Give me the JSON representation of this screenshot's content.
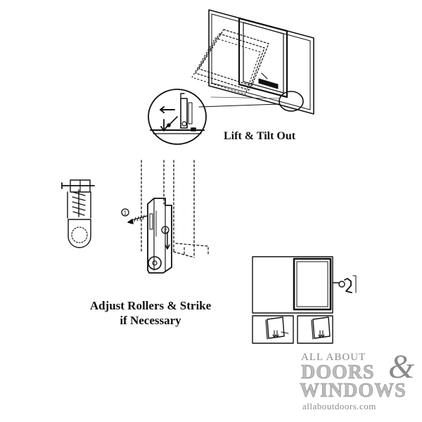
{
  "captions": {
    "lift_tilt": "Lift & Tilt Out",
    "adjust_line1": "Adjust Rollers & Strike",
    "adjust_line2": "if Necessary"
  },
  "step_markers": {
    "step1": "1",
    "step2": "2"
  },
  "logo": {
    "line1": "ALL ABOUT",
    "line2": "DOORS",
    "amp": "&",
    "line3": "WINDOWS",
    "line4": "allaboutdoors.com"
  },
  "colors": {
    "ink": "#111111",
    "logo_gray": "#8a8a8a",
    "logo_light": "#bdbdbd"
  }
}
